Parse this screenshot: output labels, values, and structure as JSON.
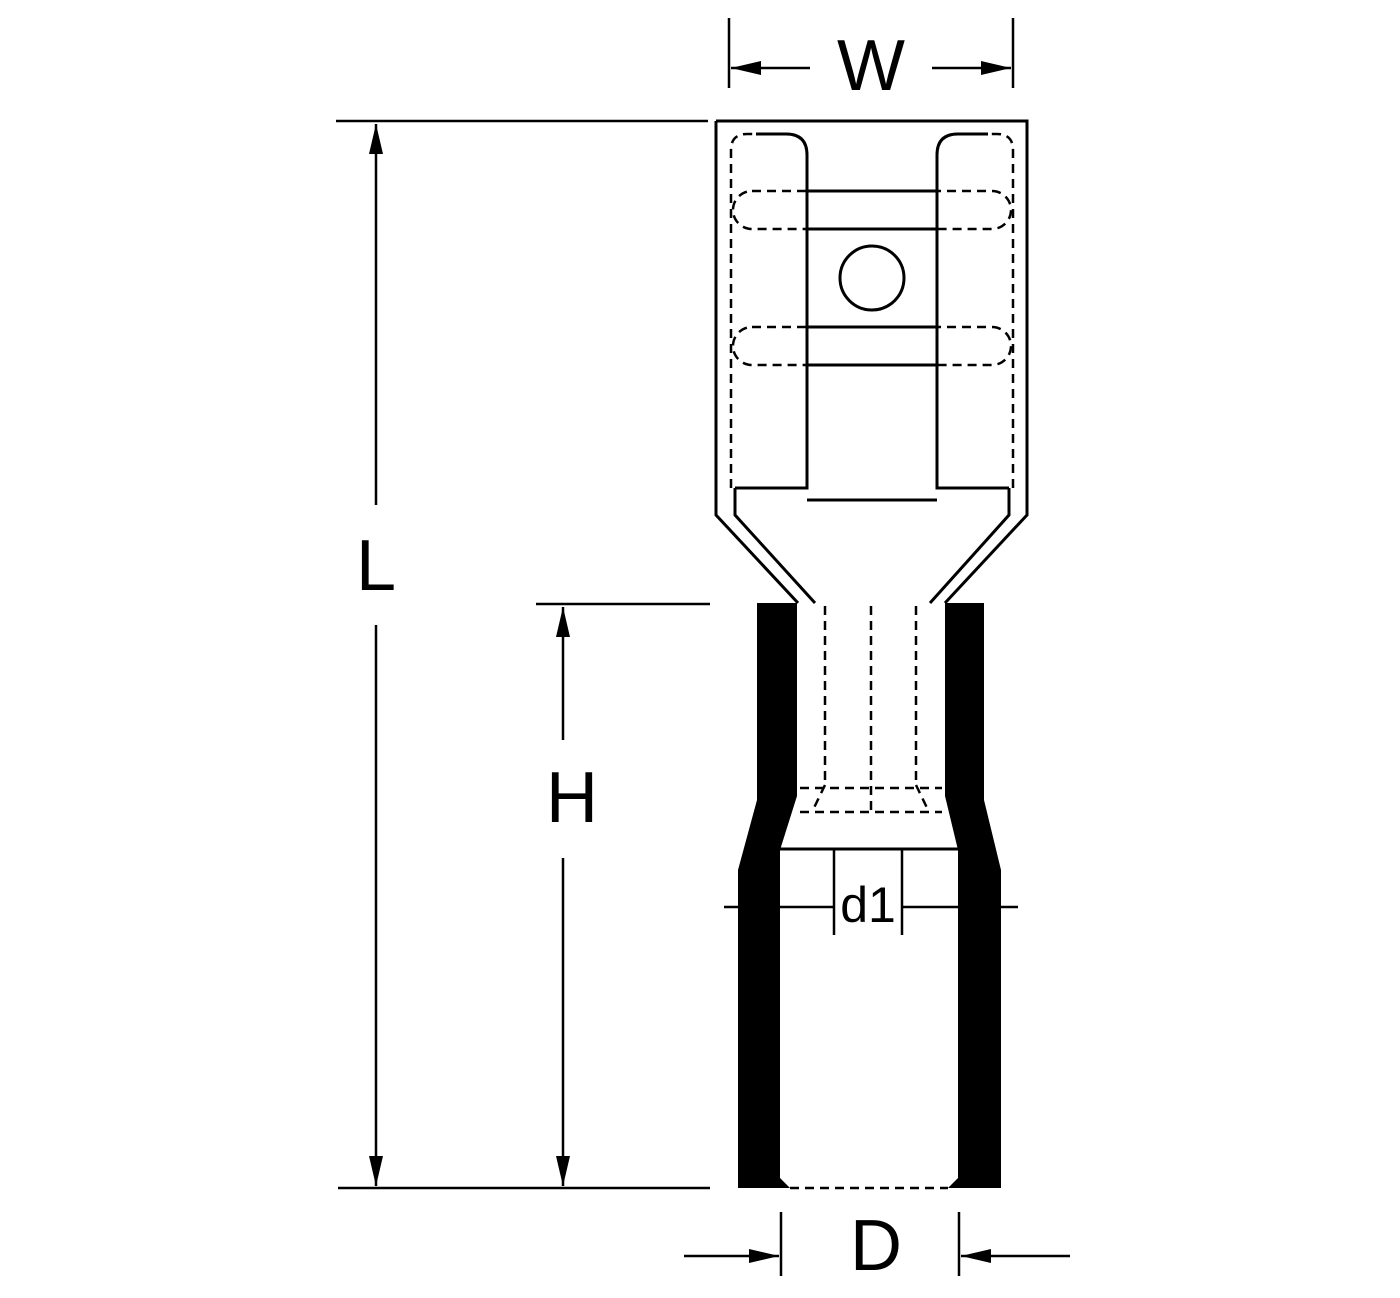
{
  "diagram": {
    "labels": {
      "width": "W",
      "length": "L",
      "height": "H",
      "inner_diameter": "d1",
      "outer_diameter": "D"
    },
    "colors": {
      "line": "#000000",
      "insulation": "#000000",
      "background": "#ffffff"
    }
  }
}
